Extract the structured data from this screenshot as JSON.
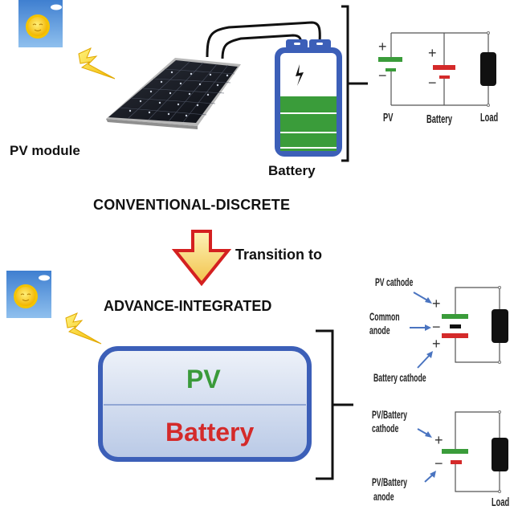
{
  "top": {
    "pv_module_label": "PV module",
    "battery_label": "Battery",
    "section_title": "CONVENTIONAL-DISCRETE",
    "circuit": {
      "pv_label": "PV",
      "battery_label": "Battery",
      "load_label": "Load",
      "plus": "+",
      "minus": "−"
    }
  },
  "transition": {
    "label": "Transition to"
  },
  "bottom": {
    "section_title": "ADVANCE-INTEGRATED",
    "device": {
      "pv_label": "PV",
      "battery_label": "Battery"
    },
    "circuit_a": {
      "pv_cathode": "PV cathode",
      "common_anode_line1": "Common",
      "common_anode_line2": "anode",
      "battery_cathode": "Battery cathode",
      "plus": "+",
      "minus": "−"
    },
    "circuit_b": {
      "cathode_line1": "PV/Battery",
      "cathode_line2": "cathode",
      "anode_line1": "PV/Battery",
      "anode_line2": "anode",
      "load_label": "Load",
      "plus": "+",
      "minus": "−"
    }
  },
  "colors": {
    "pv_green": "#3a9a3a",
    "battery_red": "#d42a2a",
    "battery_blue": "#3c5fb8",
    "sky_blue": "#5a94d8",
    "arrow_red": "#d42020",
    "arrow_fill": "#f7e48a",
    "pointer_blue": "#4a74c0"
  }
}
